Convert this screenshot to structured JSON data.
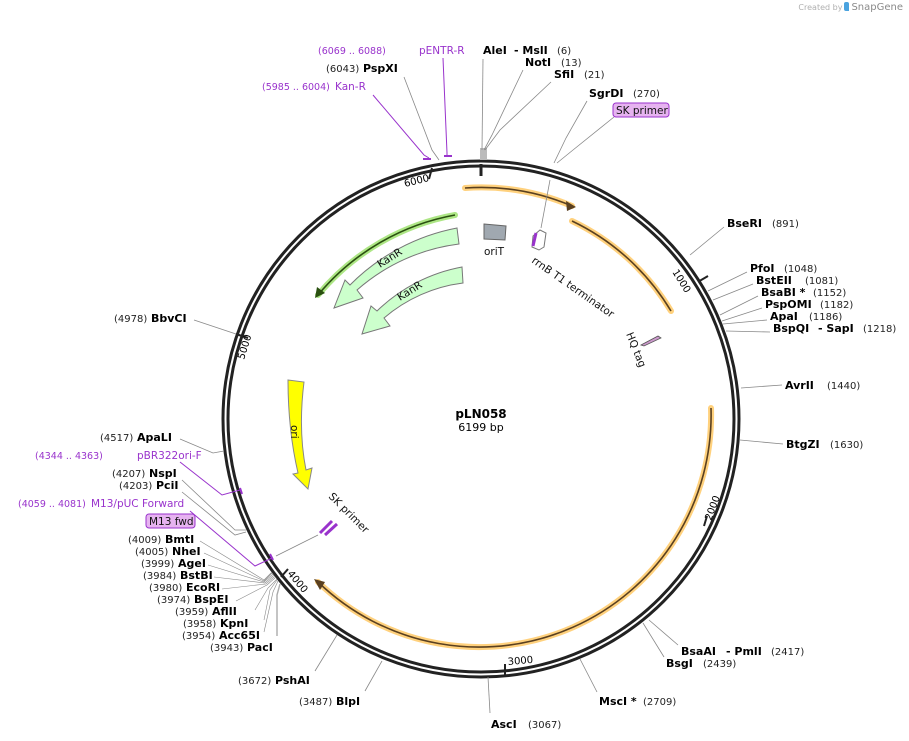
{
  "credit": {
    "prefix": "Created by",
    "brand": "SnapGene"
  },
  "plasmid": {
    "name": "pLN058",
    "length_label": "6199 bp",
    "length": 6199
  },
  "ticks": [
    {
      "pos": 1000,
      "label": "1000"
    },
    {
      "pos": 2000,
      "label": "2000"
    },
    {
      "pos": 3000,
      "label": "3000"
    },
    {
      "pos": 4000,
      "label": "4000"
    },
    {
      "pos": 5000,
      "label": "5000"
    },
    {
      "pos": 6000,
      "label": "6000"
    }
  ],
  "features": [
    {
      "name": "KanR",
      "type": "CDS",
      "color": "#ccffcc"
    },
    {
      "name": "KanR",
      "type": "CDS",
      "color": "#ccffcc"
    },
    {
      "name": "oriT",
      "type": "oriT",
      "color": "#a0a8b0"
    },
    {
      "name": "rrnB T1 terminator",
      "type": "terminator",
      "color": "#ffffff"
    },
    {
      "name": "HQ tag",
      "type": "tag",
      "color": "#cc99cc"
    },
    {
      "name": "ori",
      "type": "rep_origin",
      "color": "#ffff00"
    },
    {
      "name": "SK primer",
      "type": "primer_bind",
      "color": "#9933cc"
    }
  ],
  "boxed_labels": [
    {
      "label": "SK primer"
    },
    {
      "label": "M13 fwd"
    }
  ],
  "primers": [
    {
      "range": "(6069 .. 6088)",
      "name": "pENTR-R"
    },
    {
      "range": "(5985 .. 6004)",
      "name": "Kan-R"
    },
    {
      "range": "(4344 .. 4363)",
      "name": "pBR322ori-F"
    },
    {
      "range": "(4059 .. 4081)",
      "name": "M13/pUC Forward"
    }
  ],
  "enzymes_top": [
    {
      "name": "PspXI",
      "pos": "(6043)"
    },
    {
      "name": "AleI",
      "sep": "- MslI",
      "pos": "(6)"
    },
    {
      "name": "NotI",
      "pos": "(13)"
    },
    {
      "name": "SfiI",
      "pos": "(21)"
    },
    {
      "name": "SgrDI",
      "pos": "(270)"
    }
  ],
  "enzymes_right": [
    {
      "name": "BseRI",
      "pos": "(891)"
    },
    {
      "name": "PfoI",
      "pos": "(1048)"
    },
    {
      "name": "BstEII",
      "pos": "(1081)"
    },
    {
      "name": "BsaBI *",
      "pos": "(1152)"
    },
    {
      "name": "PspOMI",
      "pos": "(1182)"
    },
    {
      "name": "ApaI",
      "pos": "(1186)"
    },
    {
      "name": "BspQI",
      "sep": "- SapI",
      "pos": "(1218)"
    },
    {
      "name": "AvrII",
      "pos": "(1440)"
    },
    {
      "name": "BtgZI",
      "pos": "(1630)"
    }
  ],
  "enzymes_bottom": [
    {
      "name": "BsaAI",
      "sep": "- PmlI",
      "pos": "(2417)"
    },
    {
      "name": "BsgI",
      "pos": "(2439)"
    },
    {
      "name": "MscI *",
      "pos": "(2709)"
    },
    {
      "name": "AscI",
      "pos": "(3067)"
    },
    {
      "name": "BlpI",
      "pos": "(3487)"
    },
    {
      "name": "PshAI",
      "pos": "(3672)"
    }
  ],
  "enzymes_left": [
    {
      "name": "BbvCI",
      "pos": "(4978)"
    },
    {
      "name": "ApaLI",
      "pos": "(4517)"
    },
    {
      "name": "NspI",
      "pos": "(4207)"
    },
    {
      "name": "PciI",
      "pos": "(4203)"
    },
    {
      "name": "BmtI",
      "pos": "(4009)"
    },
    {
      "name": "NheI",
      "pos": "(4005)"
    },
    {
      "name": "AgeI",
      "pos": "(3999)"
    },
    {
      "name": "BstBI",
      "pos": "(3984)"
    },
    {
      "name": "EcoRI",
      "pos": "(3980)"
    },
    {
      "name": "BspEI",
      "pos": "(3974)"
    },
    {
      "name": "AflII",
      "pos": "(3959)"
    },
    {
      "name": "KpnI",
      "pos": "(3958)"
    },
    {
      "name": "Acc65I",
      "pos": "(3954)"
    },
    {
      "name": "PacI",
      "pos": "(3943)"
    }
  ],
  "colors": {
    "backbone": "#222222",
    "primer": "#9933cc",
    "orf_highlight": "#ffc966",
    "kan_highlight": "#99e066",
    "ori": "#ffff00",
    "kanr": "#ccffcc"
  }
}
